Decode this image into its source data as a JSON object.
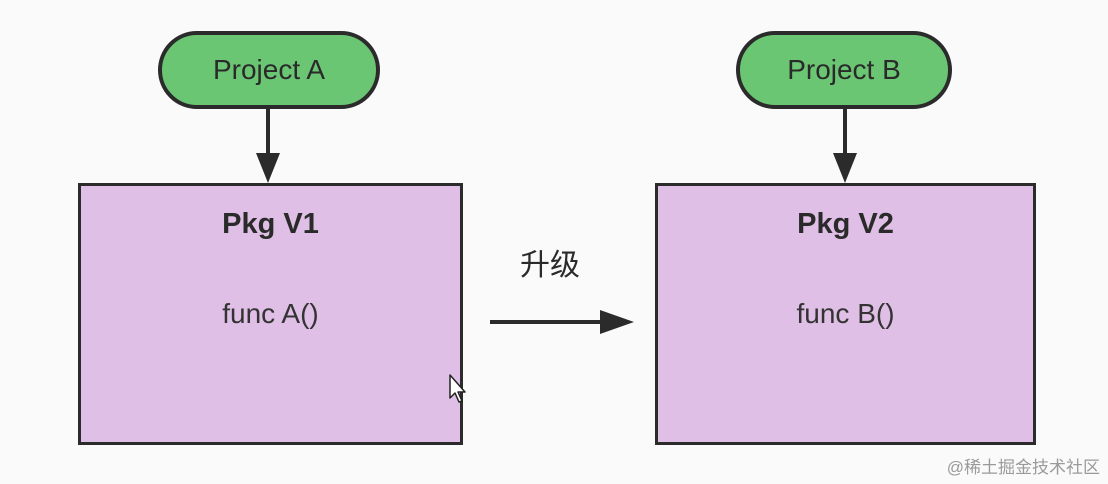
{
  "diagram": {
    "project_a": "Project A",
    "project_b": "Project B",
    "pkg_v1": {
      "title": "Pkg V1",
      "func": "func A()"
    },
    "pkg_v2": {
      "title": "Pkg V2",
      "func": "func B()"
    },
    "upgrade_label": "升级"
  },
  "watermark": "@稀土掘金技术社区",
  "colors": {
    "project_fill": "#6bc673",
    "package_fill": "#dfbfe5",
    "stroke": "#2b2b2b",
    "background": "#fafafa"
  },
  "icons": [
    "cursor-icon"
  ]
}
